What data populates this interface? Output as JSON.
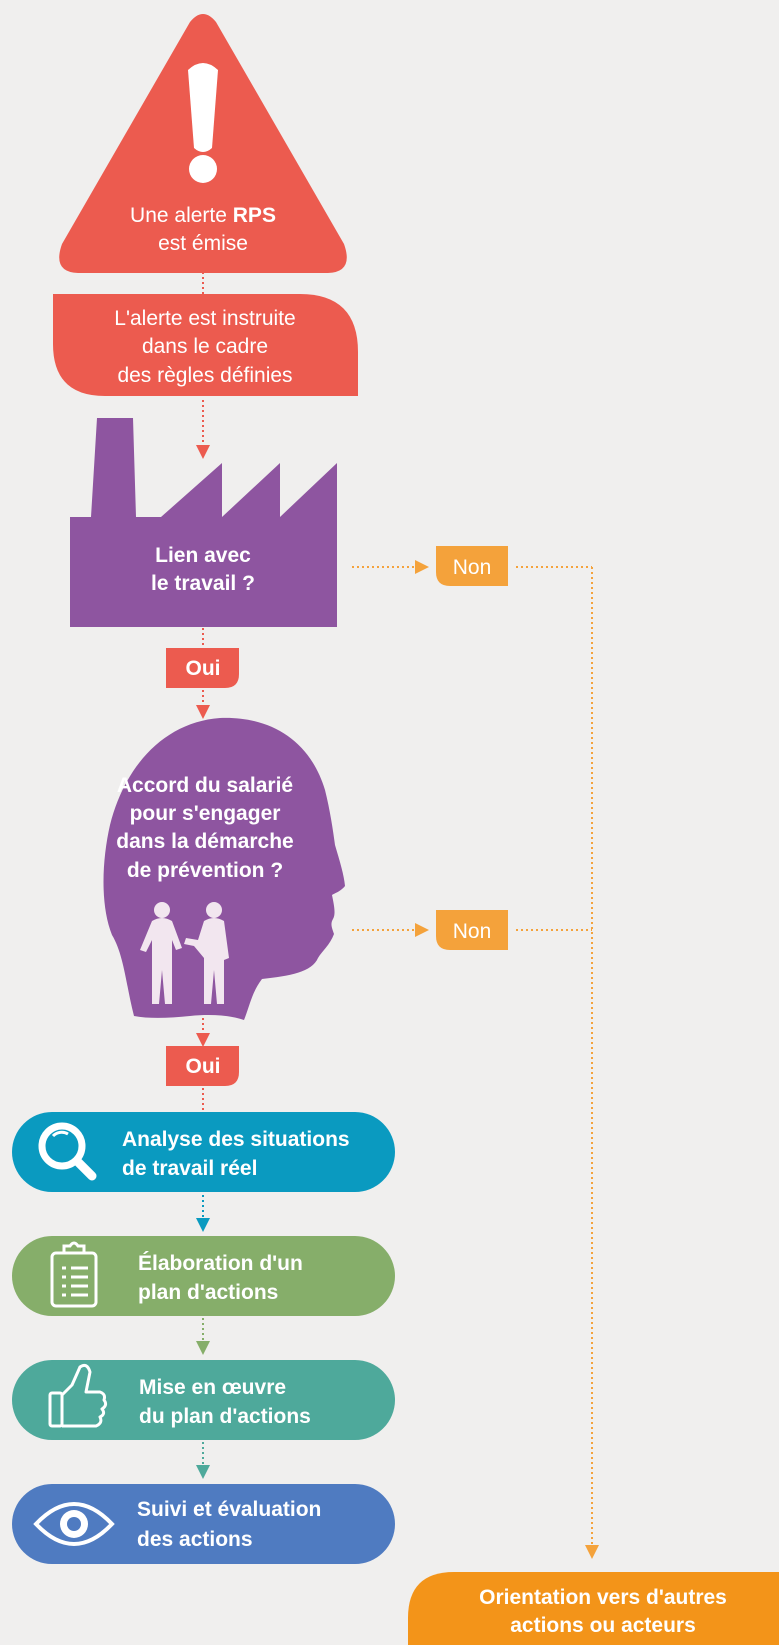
{
  "colors": {
    "background": "#f0efee",
    "red": "#ec5b4f",
    "purple": "#8e55a0",
    "orange": "#f4a23b",
    "orange_dark": "#f39419",
    "teal_blue": "#0a9ac0",
    "green": "#86ae6a",
    "teal_green": "#4ea99b",
    "blue": "#4f7bc1",
    "white": "#ffffff"
  },
  "alert": {
    "icon": "exclamation-icon",
    "line1_prefix": "Une alerte ",
    "line1_bold": "RPS",
    "line2": "est émise"
  },
  "instruction": {
    "lines": [
      "L'alerte est instruite",
      "dans le cadre",
      "des règles définies"
    ]
  },
  "work_link": {
    "icon": "factory-icon",
    "lines": [
      "Lien avec",
      "le travail ?"
    ]
  },
  "decisions": {
    "yes_label": "Oui",
    "no_label": "Non"
  },
  "employee_consent": {
    "icon": "head-icon",
    "lines": [
      "Accord du salarié",
      "pour s'engager",
      "dans la démarche",
      "de prévention ?"
    ]
  },
  "steps": [
    {
      "icon": "magnifier-icon",
      "lines": [
        "Analyse des situations",
        "de travail réel"
      ]
    },
    {
      "icon": "clipboard-icon",
      "lines": [
        "Élaboration d'un",
        "plan d'actions"
      ]
    },
    {
      "icon": "thumbs-up-icon",
      "lines": [
        "Mise en œuvre",
        "du plan d'actions"
      ]
    },
    {
      "icon": "eye-icon",
      "lines": [
        "Suivi et évaluation",
        "des actions"
      ]
    }
  ],
  "orientation": {
    "lines": [
      "Orientation vers d'autres",
      "actions ou acteurs"
    ]
  }
}
